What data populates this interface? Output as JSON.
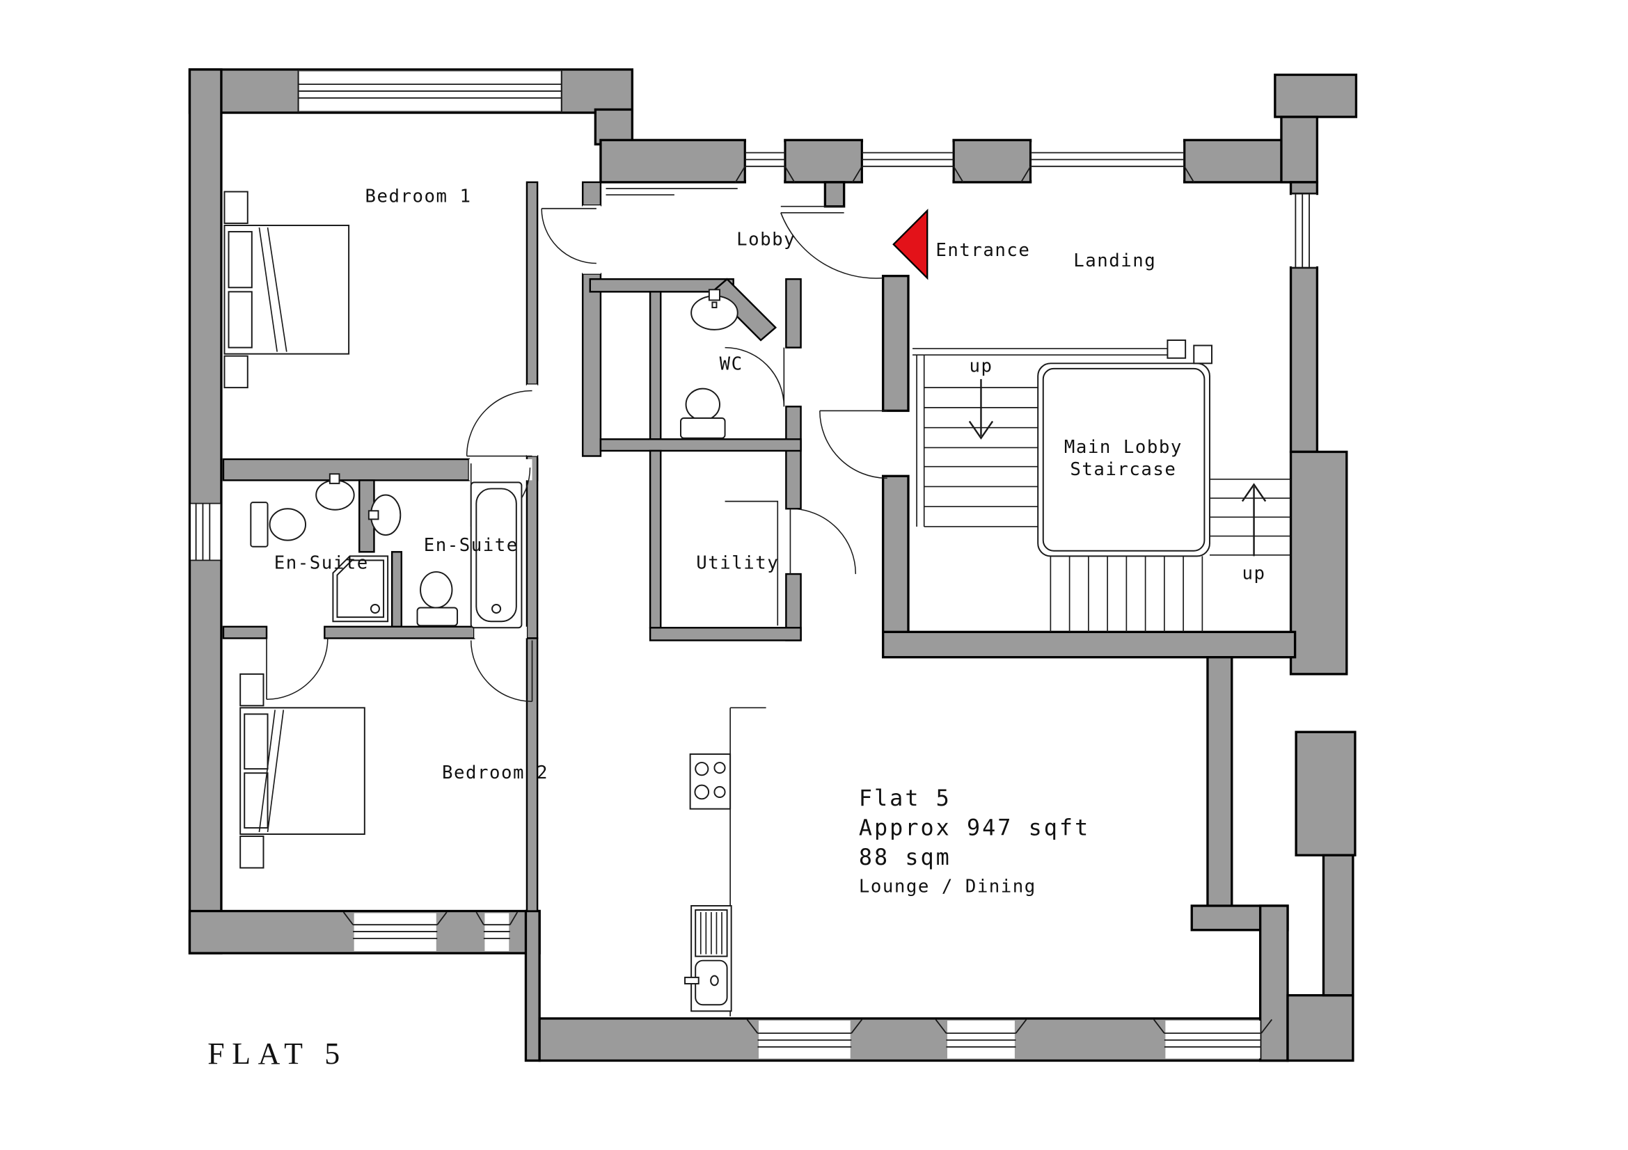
{
  "document_title": "FLAT 5 floor plan",
  "colors": {
    "wall_gray": "#9b9b9b",
    "entrance_arrow_red": "#e31219",
    "line_black": "#000000",
    "background": "#ffffff"
  },
  "plan": {
    "rooms": {
      "bedroom1": {
        "label": "Bedroom 1"
      },
      "bedroom2": {
        "label": "Bedroom 2"
      },
      "lobby": {
        "label": "Lobby"
      },
      "landing": {
        "label": "Landing"
      },
      "wc": {
        "label": "WC"
      },
      "ensuite_left": {
        "label": "En-Suite"
      },
      "ensuite_right": {
        "label": "En-Suite"
      },
      "utility": {
        "label": "Utility"
      },
      "staircase": {
        "label_line1": "Main Lobby",
        "label_line2": "Staircase"
      },
      "lounge": {
        "line1": "Flat 5",
        "line2": "Approx 947 sqft",
        "line3": "88 sqm",
        "line4": "Lounge / Dining"
      }
    },
    "annotations": {
      "entrance": "Entrance",
      "stairs_up_left": "up",
      "stairs_up_right": "up"
    },
    "footer_title": "FLAT 5"
  }
}
